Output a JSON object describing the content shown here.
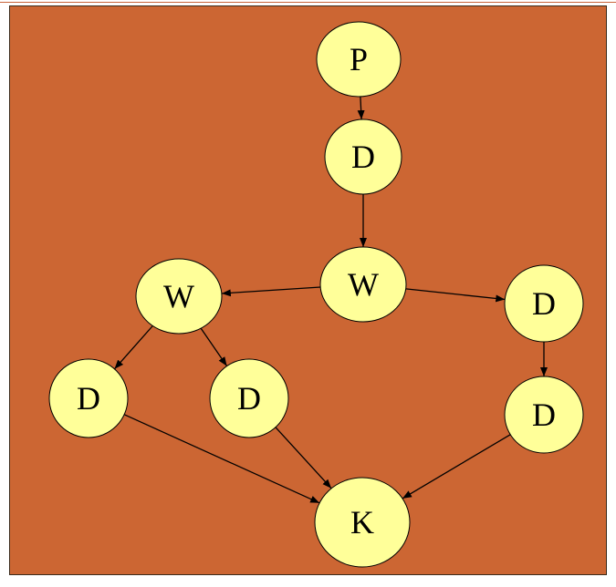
{
  "colors": {
    "background": "#cc6633",
    "node_fill": "#ffff99",
    "node_stroke": "#000000",
    "edge": "#000000"
  },
  "nodes": [
    {
      "id": "n1",
      "label": "P"
    },
    {
      "id": "n2",
      "label": "D"
    },
    {
      "id": "n3",
      "label": "W"
    },
    {
      "id": "n4",
      "label": "W"
    },
    {
      "id": "n5",
      "label": "D"
    },
    {
      "id": "n6",
      "label": "D"
    },
    {
      "id": "n7",
      "label": "D"
    },
    {
      "id": "n8",
      "label": "D"
    },
    {
      "id": "n9",
      "label": "K"
    }
  ],
  "edges": [
    {
      "from": "n1",
      "to": "n2"
    },
    {
      "from": "n2",
      "to": "n3"
    },
    {
      "from": "n3",
      "to": "n4"
    },
    {
      "from": "n3",
      "to": "n5"
    },
    {
      "from": "n4",
      "to": "n6"
    },
    {
      "from": "n4",
      "to": "n7"
    },
    {
      "from": "n5",
      "to": "n8"
    },
    {
      "from": "n6",
      "to": "n9"
    },
    {
      "from": "n7",
      "to": "n9"
    },
    {
      "from": "n8",
      "to": "n9"
    }
  ]
}
